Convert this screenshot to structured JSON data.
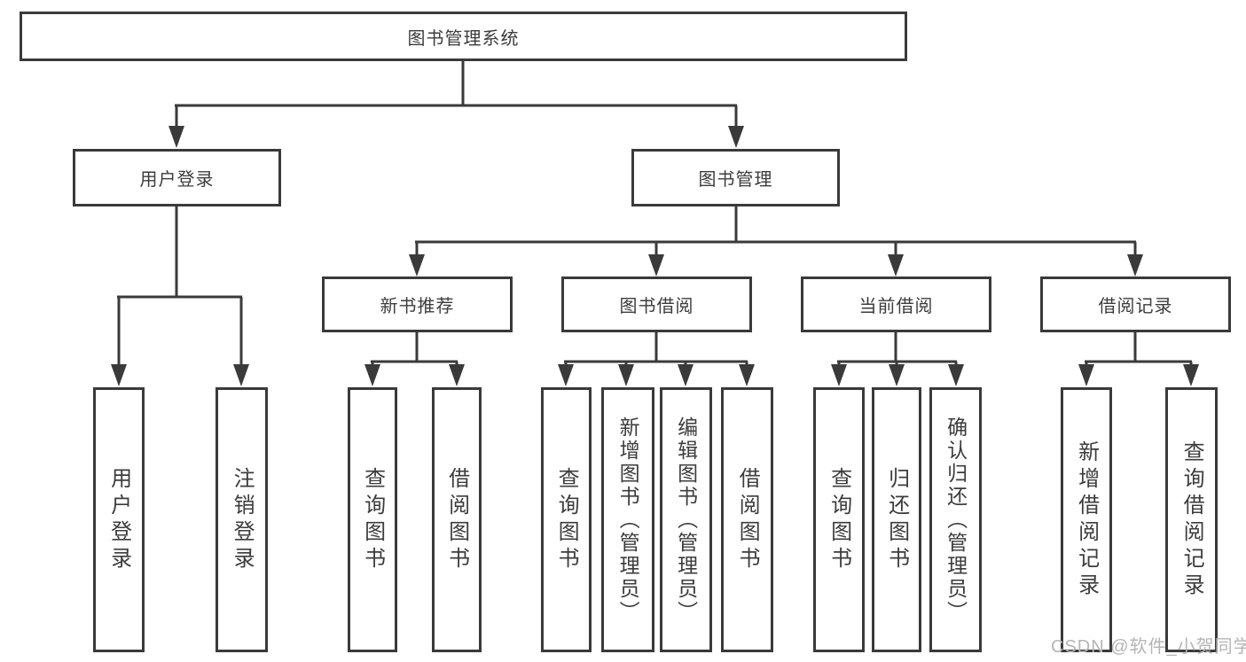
{
  "tree": {
    "root": "图书管理系统",
    "branches": [
      {
        "label": "用户登录",
        "children": [
          "用户登录",
          "注销登录"
        ]
      },
      {
        "label": "图书管理",
        "children": [
          {
            "label": "新书推荐",
            "children": [
              "查询图书",
              "借阅图书"
            ]
          },
          {
            "label": "图书借阅",
            "children": [
              "查询图书",
              "新增图书（管理员）",
              "编辑图书（管理员）",
              "借阅图书"
            ]
          },
          {
            "label": "当前借阅",
            "children": [
              "查询图书",
              "归还图书",
              "确认归还（管理员）"
            ]
          },
          {
            "label": "借阅记录",
            "children": [
              "新增借阅记录",
              "查询借阅记录"
            ]
          }
        ]
      }
    ]
  },
  "colors": {
    "line": "#3a3a3a",
    "text": "#3c3c3c",
    "watermark": "#b5b5b5"
  },
  "watermark": "CSDN @软件_小贺同学"
}
